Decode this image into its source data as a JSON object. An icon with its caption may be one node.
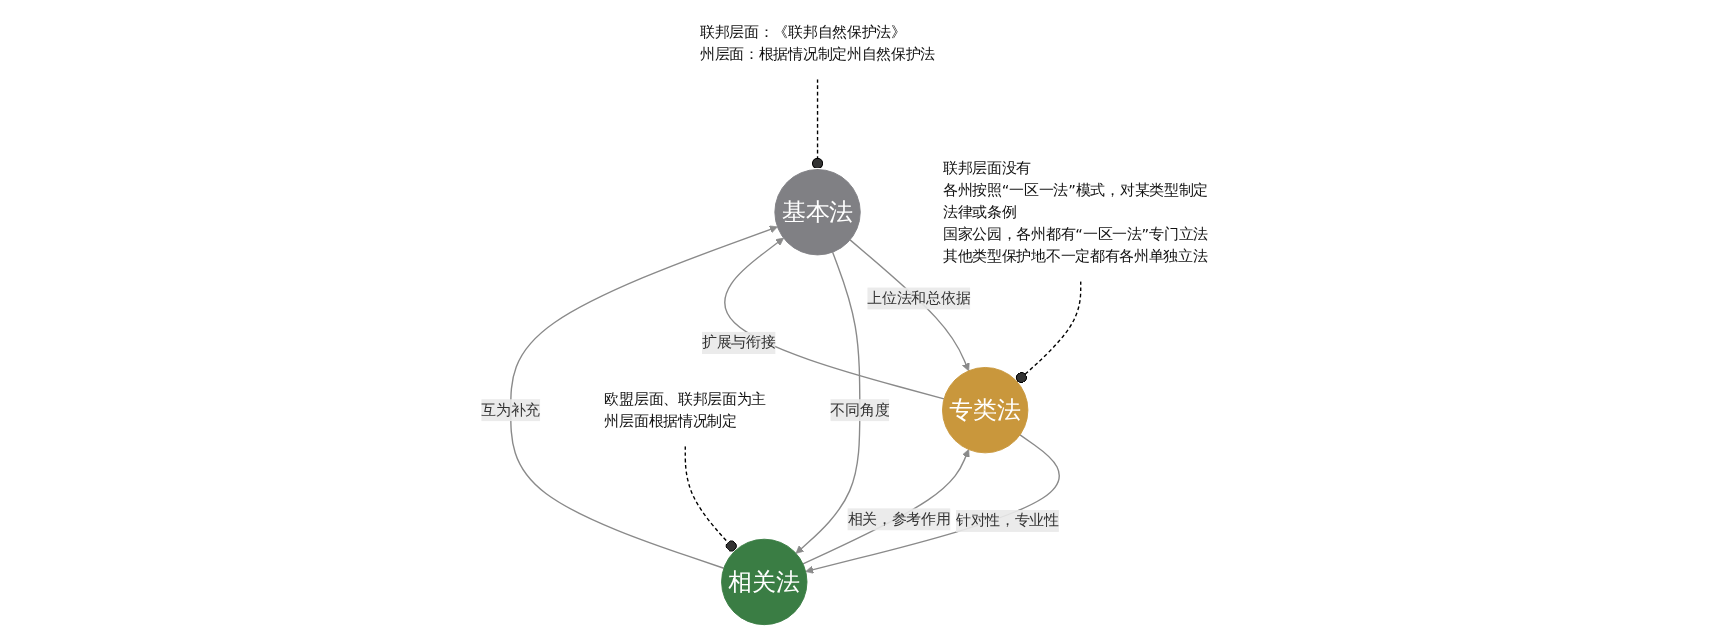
{
  "diagram": {
    "nodes": [
      {
        "text": [
          "基本法"
        ]
      },
      {
        "text": [
          "专类法"
        ]
      },
      {
        "text": [
          "相关法"
        ]
      },
      {
        "text": [
          "联邦层面：《联邦自然保护法》",
          "州层面：根据情况制定州自然保护法"
        ]
      },
      {
        "text": [
          "联邦层面没有",
          "各州按照“一区一法”模式，对某类型制定法律或条例",
          "国家公园，各州都有“一区一法”专门立法",
          "其他类型保护地不一定都有各州单独立法"
        ]
      },
      {
        "text": [
          "欧盟层面、联邦层面为主",
          "州层面根据情况制定"
        ]
      }
    ],
    "edges": [
      {
        "from": 0,
        "to": 1,
        "arrow": "to",
        "label": "上位法和总依据"
      },
      {
        "from": 1,
        "to": 0,
        "arrow": "to",
        "label": "扩展与衔接"
      },
      {
        "from": 0,
        "to": 2,
        "arrow": "to",
        "label": "不同角度"
      },
      {
        "from": 2,
        "to": 0,
        "arrow": "to",
        "label": "互为补充"
      },
      {
        "from": 2,
        "to": 1,
        "arrow": "to",
        "label": "相关，参考作用"
      },
      {
        "from": 1,
        "to": 2,
        "arrow": "to",
        "label": "针对性，专业性"
      },
      {
        "from": 3,
        "to": 0,
        "arrow": "other",
        "style": "dashed",
        "color": "#000000"
      },
      {
        "from": 4,
        "to": 1,
        "arrow": "other",
        "style": "dashed",
        "color": "#000000"
      },
      {
        "from": 5,
        "to": 2,
        "arrow": "other",
        "style": "dashed",
        "color": "#000000"
      }
    ]
  }
}
